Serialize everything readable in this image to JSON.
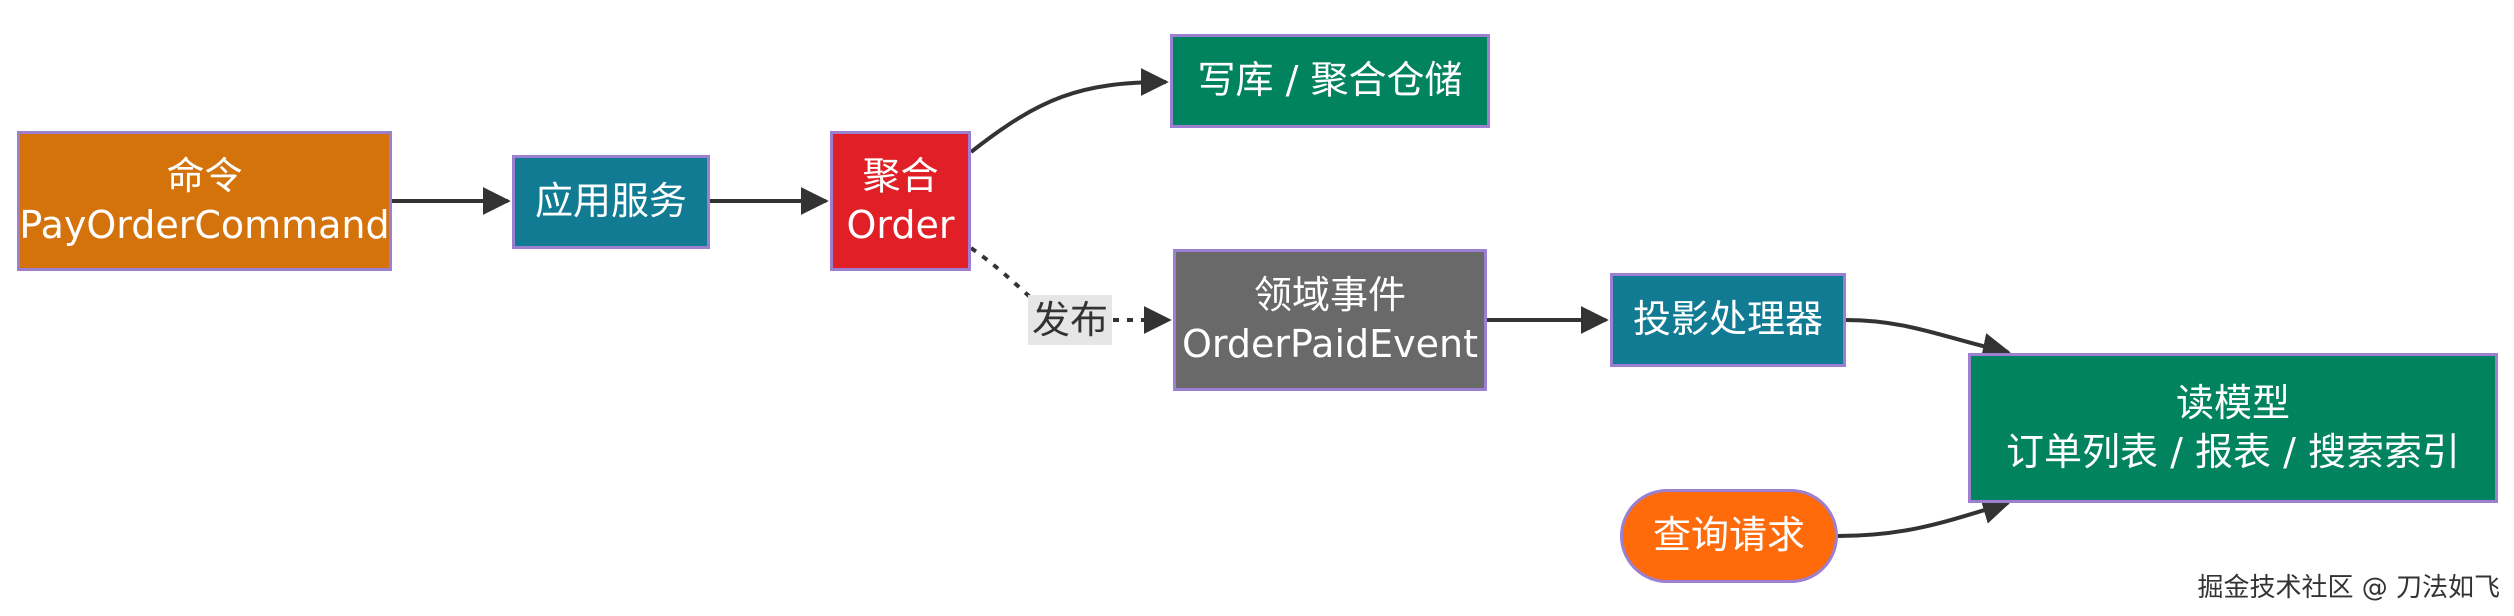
{
  "nodes": {
    "command": {
      "line1": "命令",
      "line2": "PayOrderCommand"
    },
    "app_service": {
      "label": "应用服务"
    },
    "aggregate": {
      "line1": "聚合",
      "line2": "Order"
    },
    "write_store": {
      "label": "写库 / 聚合仓储"
    },
    "domain_event": {
      "line1": "领域事件",
      "line2": "OrderPaidEvent"
    },
    "projector": {
      "label": "投影处理器"
    },
    "read_model": {
      "line1": "读模型",
      "line2": "订单列表 / 报表 / 搜索索引"
    },
    "query": {
      "label": "查询请求"
    }
  },
  "edge_labels": {
    "publish": "发布"
  },
  "watermark": "掘金技术社区 @ 刀法如飞",
  "colors": {
    "orange": "#d4730b",
    "teal": "#127b94",
    "red": "#e01f27",
    "green": "#02835f",
    "gray": "#696969",
    "query_orange": "#ff6a0a",
    "border": "#9b7fd1",
    "arrow": "#333333"
  }
}
